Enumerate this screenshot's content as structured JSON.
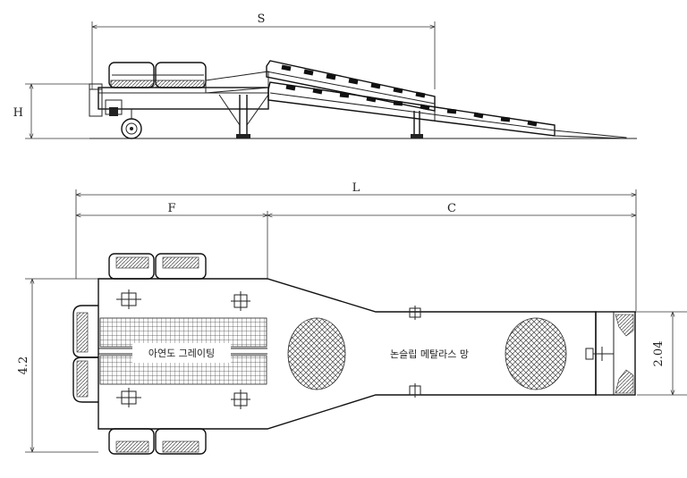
{
  "dimensions": {
    "side_span": "S",
    "side_height": "H",
    "total_length": "L",
    "front_section": "F",
    "ramp_section": "C",
    "platform_width": "4.2",
    "lip_width": "2.04"
  },
  "labels": {
    "platform_deck": "아연도 그레이팅",
    "ramp_deck": "논슬립 메탈라스 망"
  },
  "colors": {
    "line": "#222222",
    "background": "#ffffff"
  }
}
